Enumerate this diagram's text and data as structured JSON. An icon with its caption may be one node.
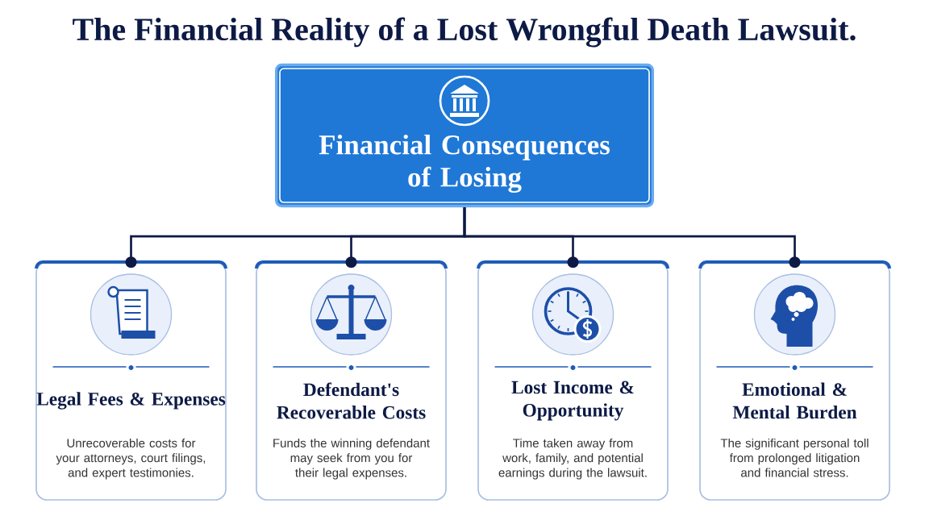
{
  "diagram": {
    "title": "The Financial Reality of a Lost Wrongful Death Lawsuit.",
    "nodes": [
      {
        "text": [
          "Financial Consequences of Losing"
        ]
      },
      {
        "text": [
          "Legal Fees & Expenses",
          "Unrecoverable costs for your attorneys, court filings, and expert testimonies."
        ]
      },
      {
        "text": [
          "Defendant's Recoverable Costs",
          "Funds the winning defendant may seek from you for their legal expenses."
        ]
      },
      {
        "text": [
          "Lost Income & Opportunity",
          "Time taken away from work, family, and potential earnings during the lawsuit."
        ]
      },
      {
        "text": [
          "Emotional & Mental Burden",
          "The significant personal toll from prolonged litigation and financial stress."
        ]
      }
    ],
    "edges": [
      {
        "from": 0,
        "to": 1,
        "arrow": "other"
      },
      {
        "from": 0,
        "to": 2,
        "arrow": "other"
      },
      {
        "from": 0,
        "to": 3,
        "arrow": "other"
      },
      {
        "from": 0,
        "to": 4,
        "arrow": "other"
      }
    ]
  }
}
